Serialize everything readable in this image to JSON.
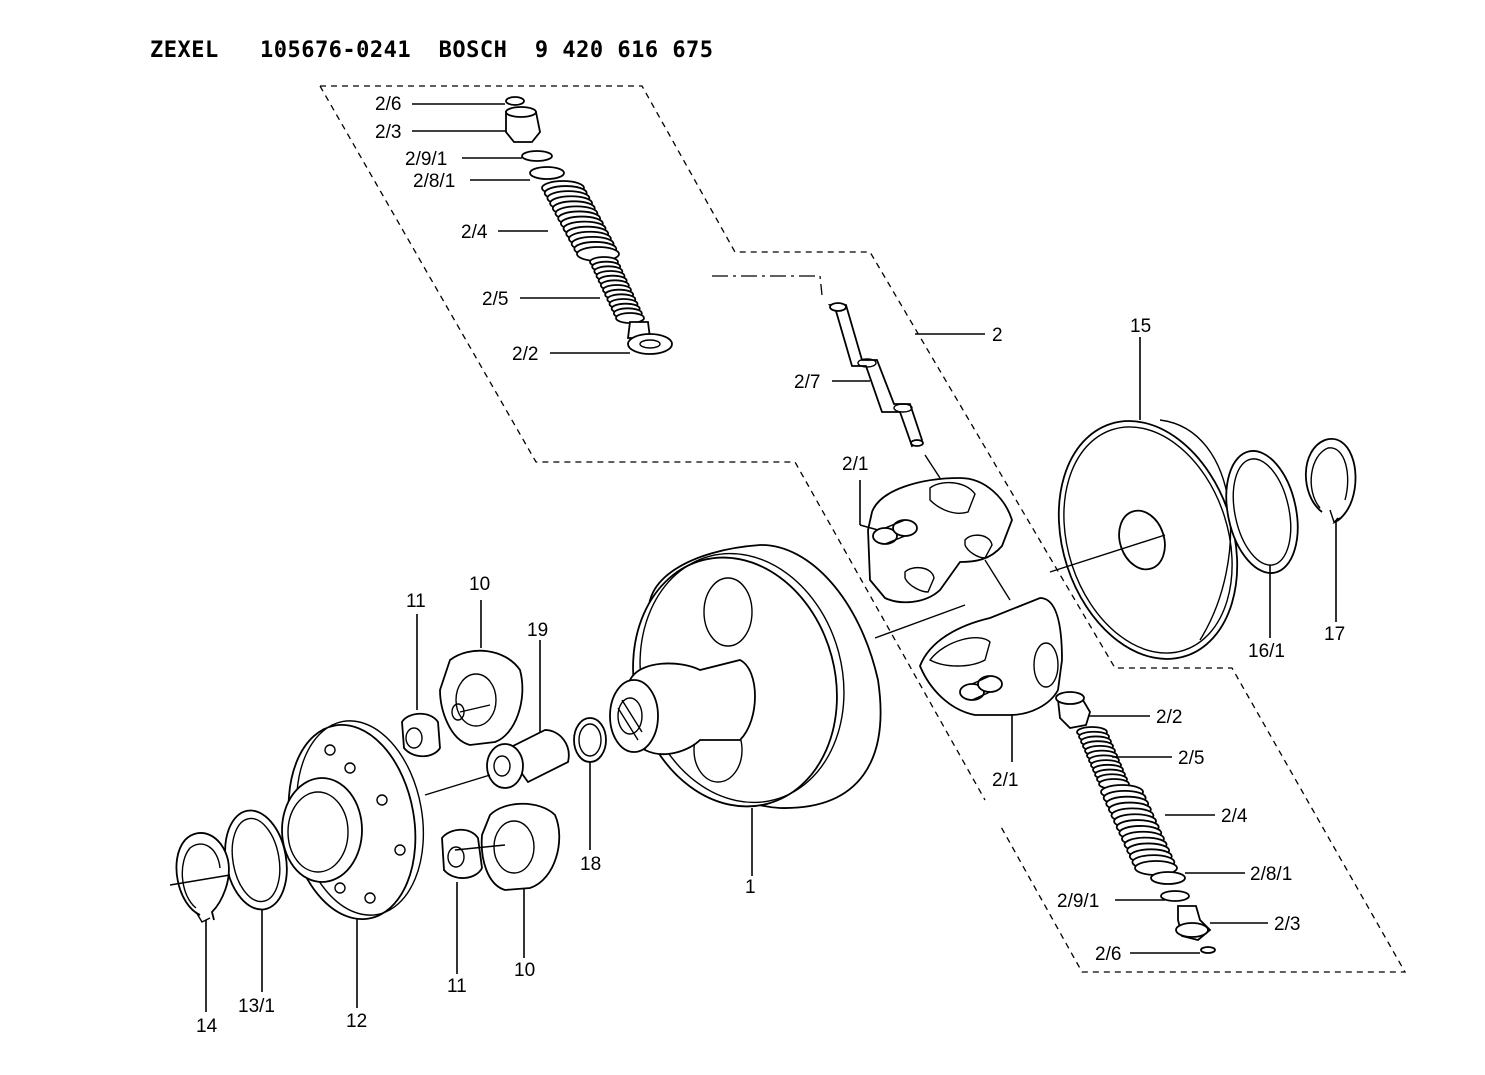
{
  "header": {
    "title": "ZEXEL   105676-0241  BOSCH  9 420 616 675"
  },
  "callouts": {
    "c2_6_top": "2/6",
    "c2_3_top": "2/3",
    "c2_9_1_top": "2/9/1",
    "c2_8_1_top": "2/8/1",
    "c2_4_top": "2/4",
    "c2_5_top": "2/5",
    "c2_2_top": "2/2",
    "c2_7": "2/7",
    "c2": "2",
    "c15": "15",
    "c2_1_top": "2/1",
    "c16_1": "16/1",
    "c17": "17",
    "c11_top": "11",
    "c10_top": "10",
    "c19": "19",
    "c2_2_bot": "2/2",
    "c2_5_bot": "2/5",
    "c2_1_bot": "2/1",
    "c2_4_bot": "2/4",
    "c18": "18",
    "c1": "1",
    "c2_8_1_bot": "2/8/1",
    "c2_9_1_bot": "2/9/1",
    "c2_3_bot": "2/3",
    "c2_6_bot": "2/6",
    "c11_bot": "11",
    "c10_bot": "10",
    "c14": "14",
    "c13_1": "13/1",
    "c12": "12"
  }
}
